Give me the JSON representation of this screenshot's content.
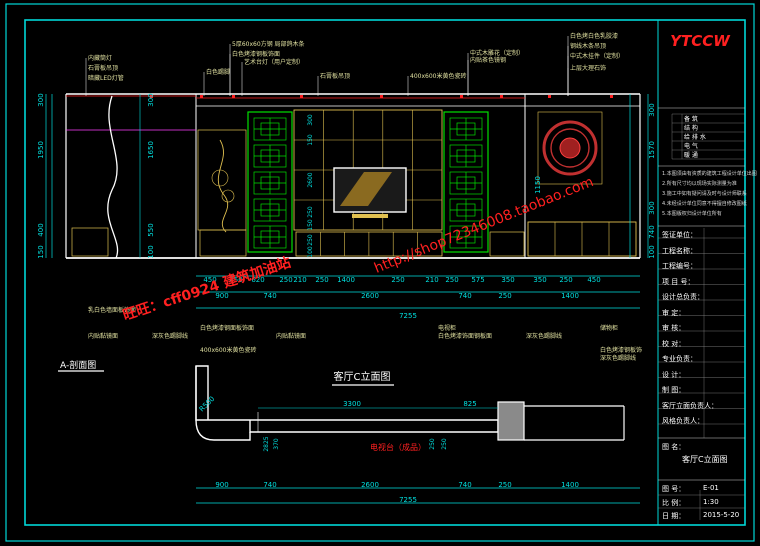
{
  "drawing": {
    "logo": "YTCCW",
    "title_elevation": "客厅C立面图",
    "title_section": "A-剖面图",
    "tv_label": "电视台（成品）",
    "colors": {
      "frame": "#00d8d8",
      "wall": "#ffffff",
      "panel": "#e0c050",
      "lattice": "#00e000",
      "dim": "#00e0e0",
      "note": "#ffff00",
      "mark": "#ff40ff",
      "red": "#ff2020",
      "bg": "#000000"
    }
  },
  "notes_top": [
    "5厚60x60方钢 局部鸽木条",
    "白色烤漆钢板饰面",
    "艺术台灯（用户定制）",
    "白色踢脚",
    "石膏板吊顶",
    "400x600米黄色瓷砖",
    "中式木雕花（定制）",
    "内贴茶色镜钢",
    "白色烤白色乳胶漆",
    "钢线木条吊顶",
    "中式木挂件（定制）",
    "上层大理石饰"
  ],
  "notes_left": [
    "内藏筒灯",
    "石膏板吊顶",
    "暗藏LED灯管"
  ],
  "notes_bottom": [
    "乳白色墙面板饰面",
    "内贴黏镜面",
    "深灰色踢脚线",
    "白色烤漆钢面板饰面",
    "400x600米黄色瓷砖",
    "内贴黏镜面",
    "电视柜",
    "白色烤漆饰面钢板面",
    "深灰色踢脚线",
    "储物柜",
    "白色烤漆钢板饰",
    "深灰色踢脚线"
  ],
  "dims_left": [
    "300",
    "1950",
    "400",
    "150"
  ],
  "dims_left2": [
    "300",
    "1650",
    "550",
    "100"
  ],
  "dims_inner": [
    "300",
    "150",
    "2600",
    "250",
    "150",
    "250",
    "100"
  ],
  "dims_right": [
    "300",
    "1570",
    "300",
    "1150",
    "740",
    "100"
  ],
  "dims_top_detail": [
    "450",
    "450",
    "620",
    "250",
    "210",
    "250",
    "1400",
    "250",
    "210",
    "250",
    "575",
    "350",
    "350",
    "250",
    "450"
  ],
  "dims_mid": [
    "900",
    "740",
    "2600",
    "740",
    "250",
    "1400"
  ],
  "dims_total": "7255",
  "dims_inner_tv": [
    "3300",
    "825"
  ],
  "dims_tv_vert": [
    "2825",
    "370",
    "250",
    "250"
  ],
  "dims_bottom": [
    "900",
    "740",
    "2600",
    "740",
    "250",
    "1400"
  ],
  "dims_total_bottom": "7255",
  "plan_angle": "R500",
  "watermark": {
    "wangwang": "旺旺：cff0924  建筑加油站",
    "url": "http://shop72346008.taobao.com"
  },
  "title_block": {
    "top_rows": [
      "备 筑",
      "结 构",
      "给 排 水",
      "电 气",
      "暖 通"
    ],
    "dense_notes": [
      "1.本图须由有资质的建筑工程设计单位出图",
      "2.所有尺寸均以现场实际测量为准",
      "3.施工中如有疑问请及时与设计师联系",
      "4.未经设计单位同意不得擅自修改图纸",
      "5.本图版权归设计单位所有"
    ],
    "fields": [
      "签证单位：",
      "工程名称：",
      "工程编号：",
      "项 目 号：",
      "设计总负责：",
      "审 定：",
      "审 核：",
      "校 对：",
      "专业负责：",
      "设 计：",
      "制 图：",
      "客厅立面负责人：",
      "风格负责人："
    ],
    "drawing_name_label": "图 名：",
    "drawing_name": "客厅C立面图",
    "no_label": "图 号：",
    "no": "E-01",
    "scale_label": "比 例：",
    "scale": "1:30",
    "date_label": "日 期：",
    "date": "2015-5-20"
  }
}
